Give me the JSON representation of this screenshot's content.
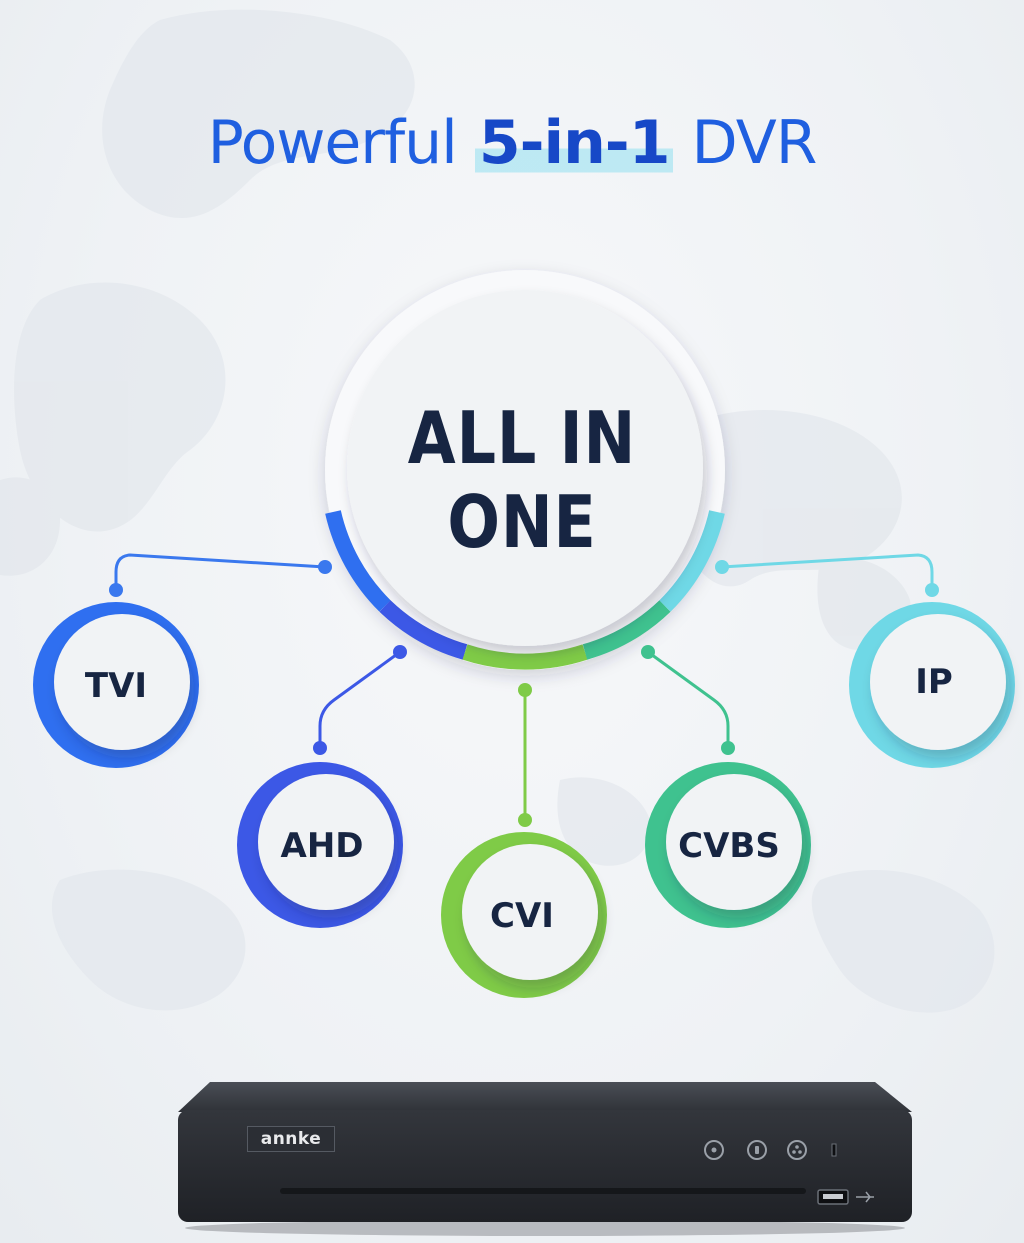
{
  "headline": {
    "prefix": "Powerful",
    "highlight": "5-in-1",
    "suffix": "DVR"
  },
  "hub": {
    "line1": "ALL IN",
    "line2": "ONE"
  },
  "nodes": [
    {
      "label": "TVI",
      "color": "#2f6ff0"
    },
    {
      "label": "AHD",
      "color": "#3c58e6"
    },
    {
      "label": "CVI",
      "color": "#7fcb47"
    },
    {
      "label": "CVBS",
      "color": "#3fc28f"
    },
    {
      "label": "IP",
      "color": "#6fd8e6"
    }
  ],
  "device": {
    "brand": "annke",
    "body_color": "#2a2d33"
  }
}
